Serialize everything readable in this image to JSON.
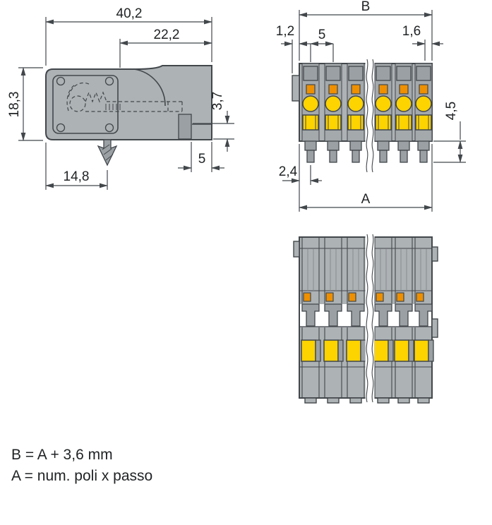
{
  "colors": {
    "body": "#adb2b5",
    "slot": "#a4a9ac",
    "part": "#9aa0a4",
    "yellow": "#fdd300",
    "orange": "#ee9000",
    "outline": "#42474b",
    "text": "#202325",
    "background": "#ffffff"
  },
  "figure": {
    "side_view": {
      "dims": {
        "total_width": "40,2",
        "upper_width": "22,2",
        "height": "18,3",
        "step_height": "3,7",
        "edge_offset": "5",
        "foot_offset": "14,8"
      }
    },
    "front_view": {
      "dims": {
        "overall_width": "B",
        "left_margin": "1,2",
        "pitch": "5",
        "right_margin": "1,6",
        "pin_length": "4,5",
        "first_pole_offset": "2,4",
        "overall_length": "A"
      }
    },
    "legend": {
      "formula_b": "B = A + 3,6 mm",
      "formula_a": "A = num. poli x passo"
    }
  }
}
